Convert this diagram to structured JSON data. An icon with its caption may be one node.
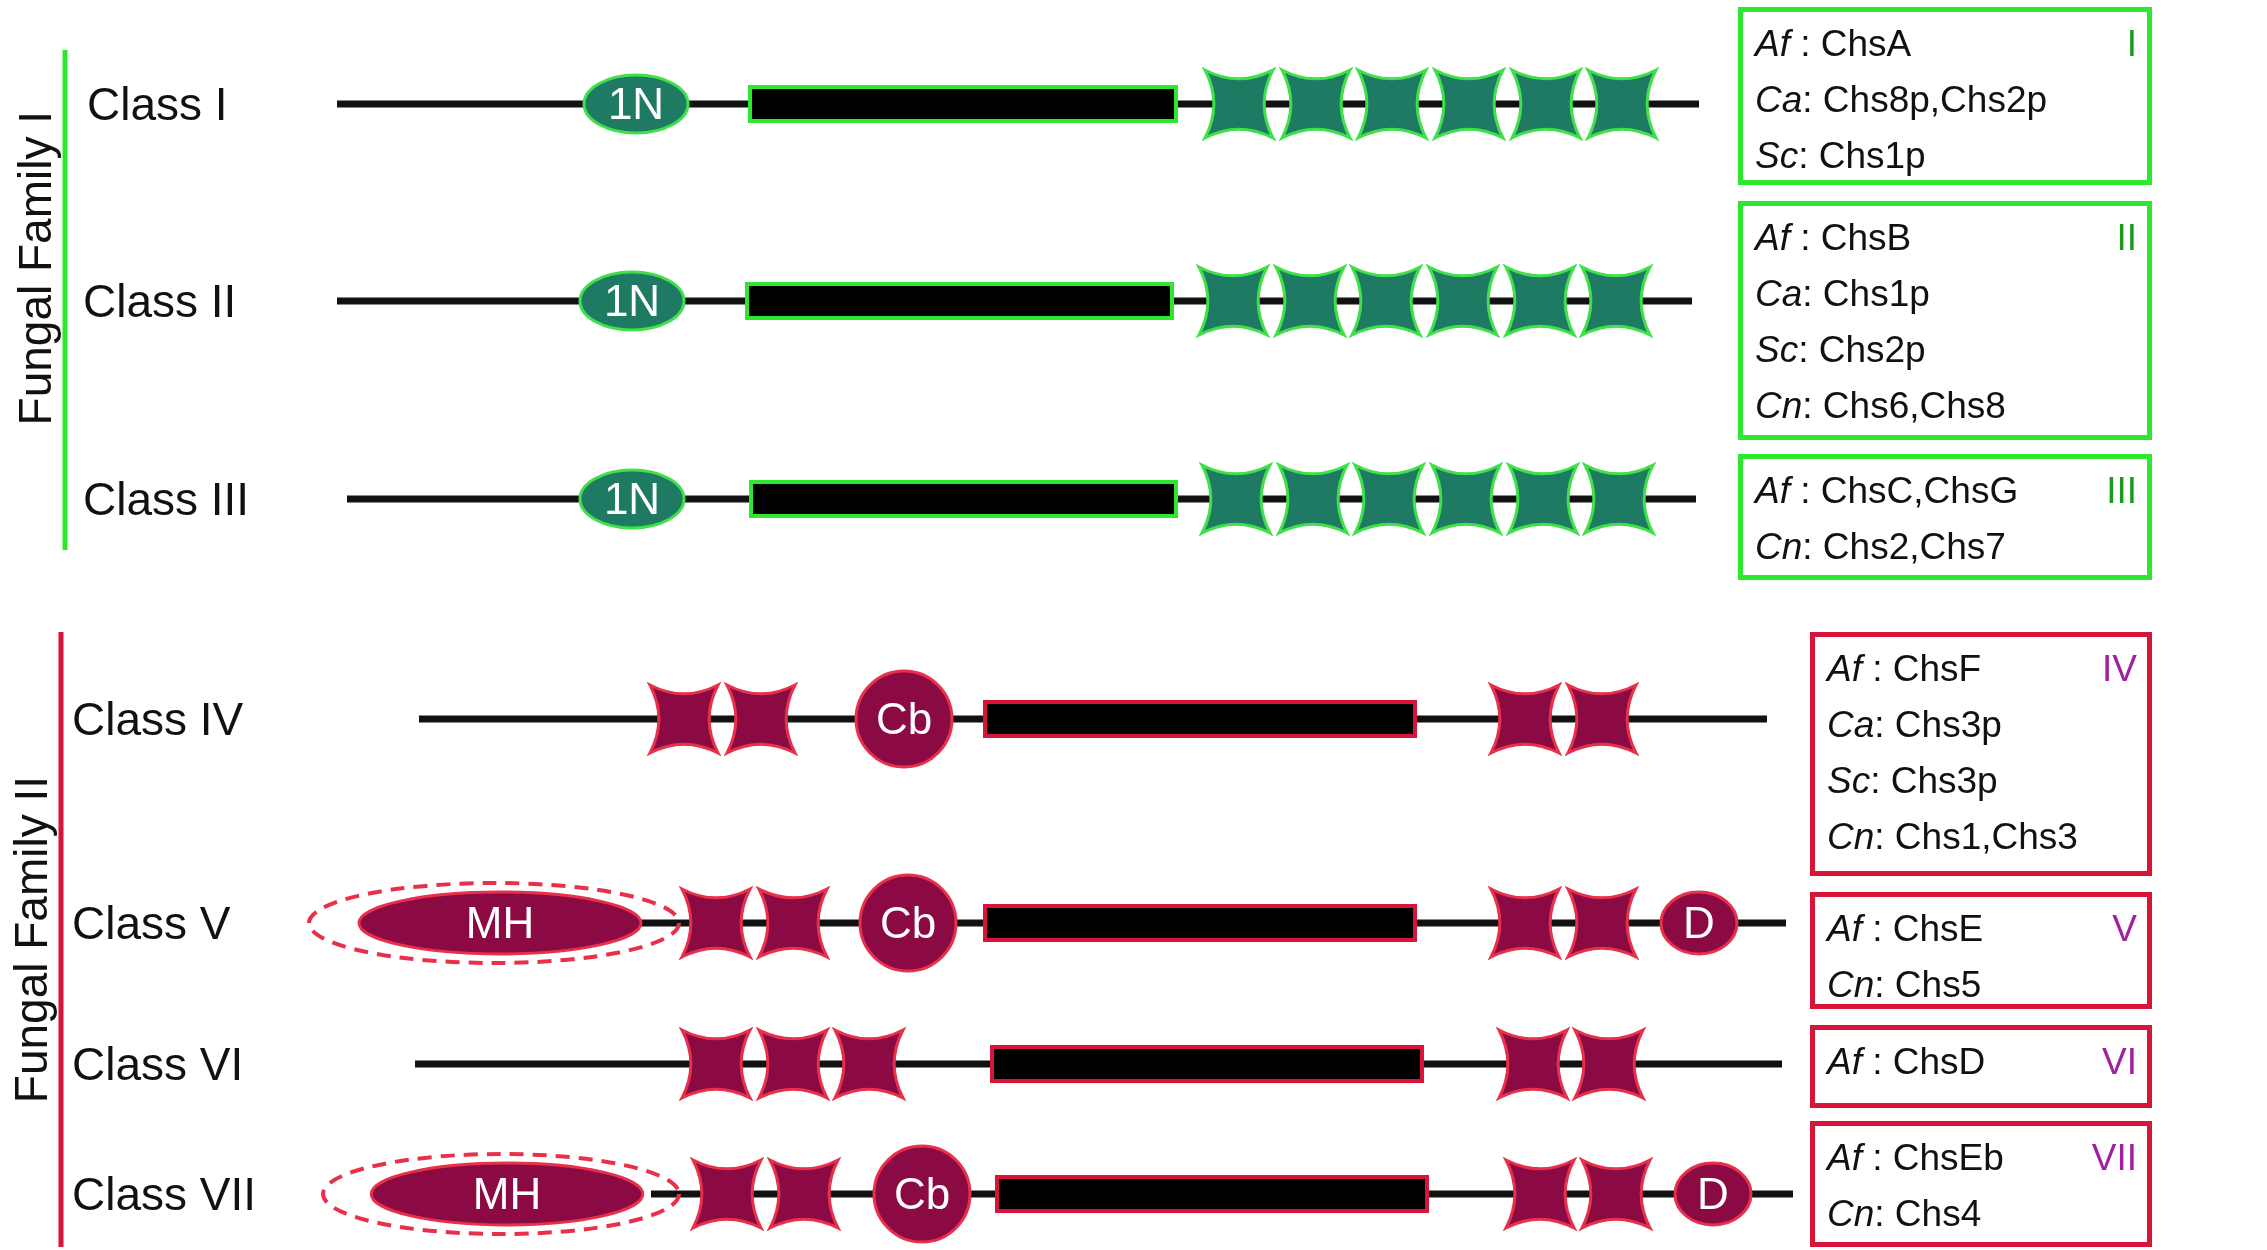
{
  "diagram": {
    "nodes": [
      {
        "text": [
          "1N"
        ]
      },
      {
        "text": [],
        "shape": "bar"
      },
      {
        "text": [],
        "shape": "cross"
      },
      {
        "text": [],
        "shape": "cross"
      },
      {
        "text": [],
        "shape": "cross"
      },
      {
        "text": [],
        "shape": "cross"
      },
      {
        "text": [],
        "shape": "cross"
      },
      {
        "text": [],
        "shape": "cross"
      },
      {
        "text": [
          "*Af* : ChsA",
          "*Ca*: Chs8p,Chs2p",
          "*Sc*: Chs1p",
          "I"
        ]
      },
      {
        "text": [
          "1N"
        ]
      },
      {
        "text": [],
        "shape": "bar"
      },
      {
        "text": [],
        "shape": "cross"
      },
      {
        "text": [],
        "shape": "cross"
      },
      {
        "text": [],
        "shape": "cross"
      },
      {
        "text": [],
        "shape": "cross"
      },
      {
        "text": [],
        "shape": "cross"
      },
      {
        "text": [],
        "shape": "cross"
      },
      {
        "text": [
          "*Af* : ChsB",
          "*Ca*: Chs1p",
          "*Sc*: Chs2p",
          "*Cn*: Chs6,Chs8",
          "II"
        ]
      },
      {
        "text": [
          "1N"
        ]
      },
      {
        "text": [],
        "shape": "bar"
      },
      {
        "text": [],
        "shape": "cross"
      },
      {
        "text": [],
        "shape": "cross"
      },
      {
        "text": [],
        "shape": "cross"
      },
      {
        "text": [],
        "shape": "cross"
      },
      {
        "text": [],
        "shape": "cross"
      },
      {
        "text": [],
        "shape": "cross"
      },
      {
        "text": [
          "*Af* : ChsC,ChsG",
          "*Cn*: Chs2,Chs7",
          "III"
        ]
      },
      {
        "text": [],
        "shape": "cross"
      },
      {
        "text": [],
        "shape": "cross"
      },
      {
        "text": [
          "Cb"
        ]
      },
      {
        "text": [],
        "shape": "bar"
      },
      {
        "text": [],
        "shape": "cross"
      },
      {
        "text": [],
        "shape": "cross"
      },
      {
        "text": [
          "*Af* : ChsF",
          "*Ca*: Chs3p",
          "*Sc*: Chs3p",
          "*Cn*: Chs1,Chs3",
          "IV"
        ]
      },
      {
        "text": [
          "MH"
        ]
      },
      {
        "text": [],
        "shape": "cross"
      },
      {
        "text": [],
        "shape": "cross"
      },
      {
        "text": [
          "Cb"
        ]
      },
      {
        "text": [],
        "shape": "bar"
      },
      {
        "text": [],
        "shape": "cross"
      },
      {
        "text": [],
        "shape": "cross"
      },
      {
        "text": [
          "D"
        ]
      },
      {
        "text": [
          "*Af* : ChsE",
          "*Cn*: Chs5",
          "V"
        ]
      },
      {
        "text": [],
        "shape": "cross"
      },
      {
        "text": [],
        "shape": "cross"
      },
      {
        "text": [],
        "shape": "cross"
      },
      {
        "text": [],
        "shape": "bar"
      },
      {
        "text": [],
        "shape": "cross"
      },
      {
        "text": [],
        "shape": "cross"
      },
      {
        "text": [
          "*Af* : ChsD",
          "VI"
        ]
      },
      {
        "text": [
          "MH"
        ]
      },
      {
        "text": [],
        "shape": "cross"
      },
      {
        "text": [],
        "shape": "cross"
      },
      {
        "text": [
          "Cb"
        ]
      },
      {
        "text": [],
        "shape": "bar"
      },
      {
        "text": [],
        "shape": "cross"
      },
      {
        "text": [],
        "shape": "cross"
      },
      {
        "text": [
          "D"
        ]
      },
      {
        "text": [
          "*Af* : ChsEb",
          "*Cn*: Chs4",
          "VII"
        ]
      }
    ],
    "labels": [
      "Fungal Family I",
      "Class I",
      "Class II",
      "Class III",
      "Fungal Family II",
      "Class IV",
      "Class V",
      "Class VI",
      "Class VII"
    ]
  }
}
